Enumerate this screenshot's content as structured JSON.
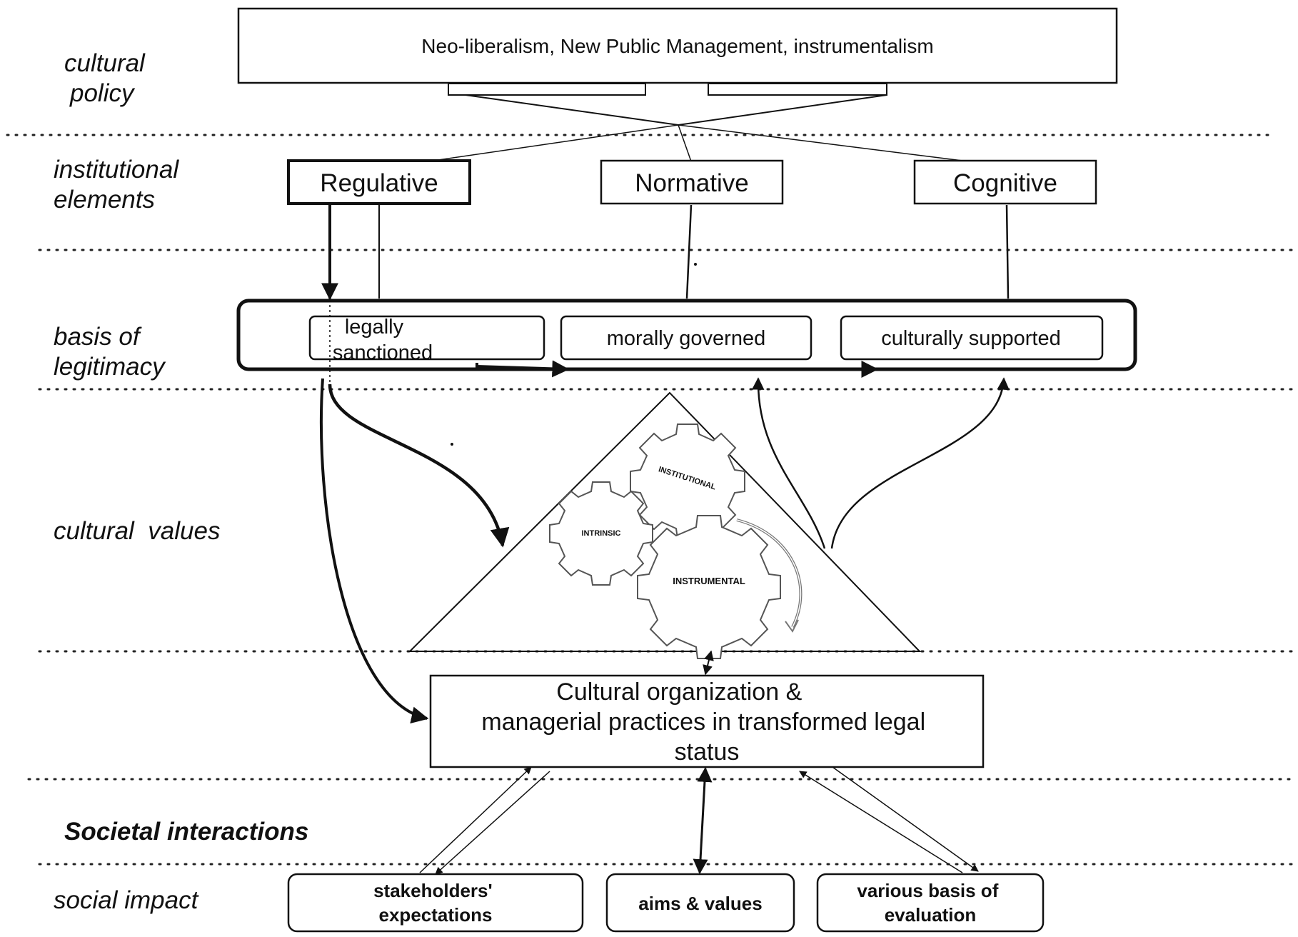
{
  "rows": {
    "cultural_policy": [
      "cultural",
      "policy"
    ],
    "institutional_elements": [
      "institutional",
      "elements"
    ],
    "basis_of_legitimacy": [
      "basis of",
      "legitimacy"
    ],
    "cultural_values": "cultural  values",
    "societal_interactions": "Societal interactions",
    "social_impact": "social impact"
  },
  "policy_box": "Neo-liberalism, New Public Management, instrumentalism",
  "institutional": {
    "regulative": "Regulative",
    "normative": "Normative",
    "cognitive": "Cognitive"
  },
  "legitimacy": {
    "legally": [
      "legally",
      "sanctioned"
    ],
    "morally": "morally governed",
    "culturally": "culturally supported"
  },
  "gears": {
    "institutional": "INSTITUTIONAL",
    "intrinsic": "INTRINSIC",
    "instrumental": "INSTRUMENTAL"
  },
  "organization_box": [
    "Cultural organization &",
    "managerial practices in transformed legal",
    "status"
  ],
  "impact": {
    "stakeholders": [
      "stakeholders'",
      "expectations"
    ],
    "aims": "aims & values",
    "evaluation": [
      "various basis of",
      "evaluation"
    ]
  },
  "colors": {
    "ink": "#111111",
    "background": "#ffffff"
  }
}
